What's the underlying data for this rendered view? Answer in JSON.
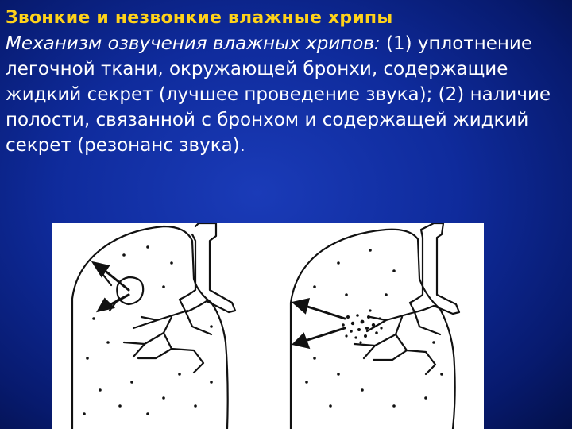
{
  "slide": {
    "title": "Звонкие и незвонкие влажные хрипы",
    "lead": "Механизм озвучения влажных хрипов:",
    "body": " (1) уплотнение легочной ткани, окружающей бронхи, содержащие жидкий секрет (лучшее проведение звука); (2) наличие полости, связанной с бронхом и содержащей жидкий секрет (резонанс звука)."
  },
  "colors": {
    "background": "#0f2b9c",
    "title": "#ffd21a",
    "text": "#ffffff",
    "illustration_bg": "#ffffff",
    "ink": "#111111"
  },
  "illustration": {
    "panels": [
      "left-lung-cavity",
      "right-lung-consolidation"
    ]
  }
}
